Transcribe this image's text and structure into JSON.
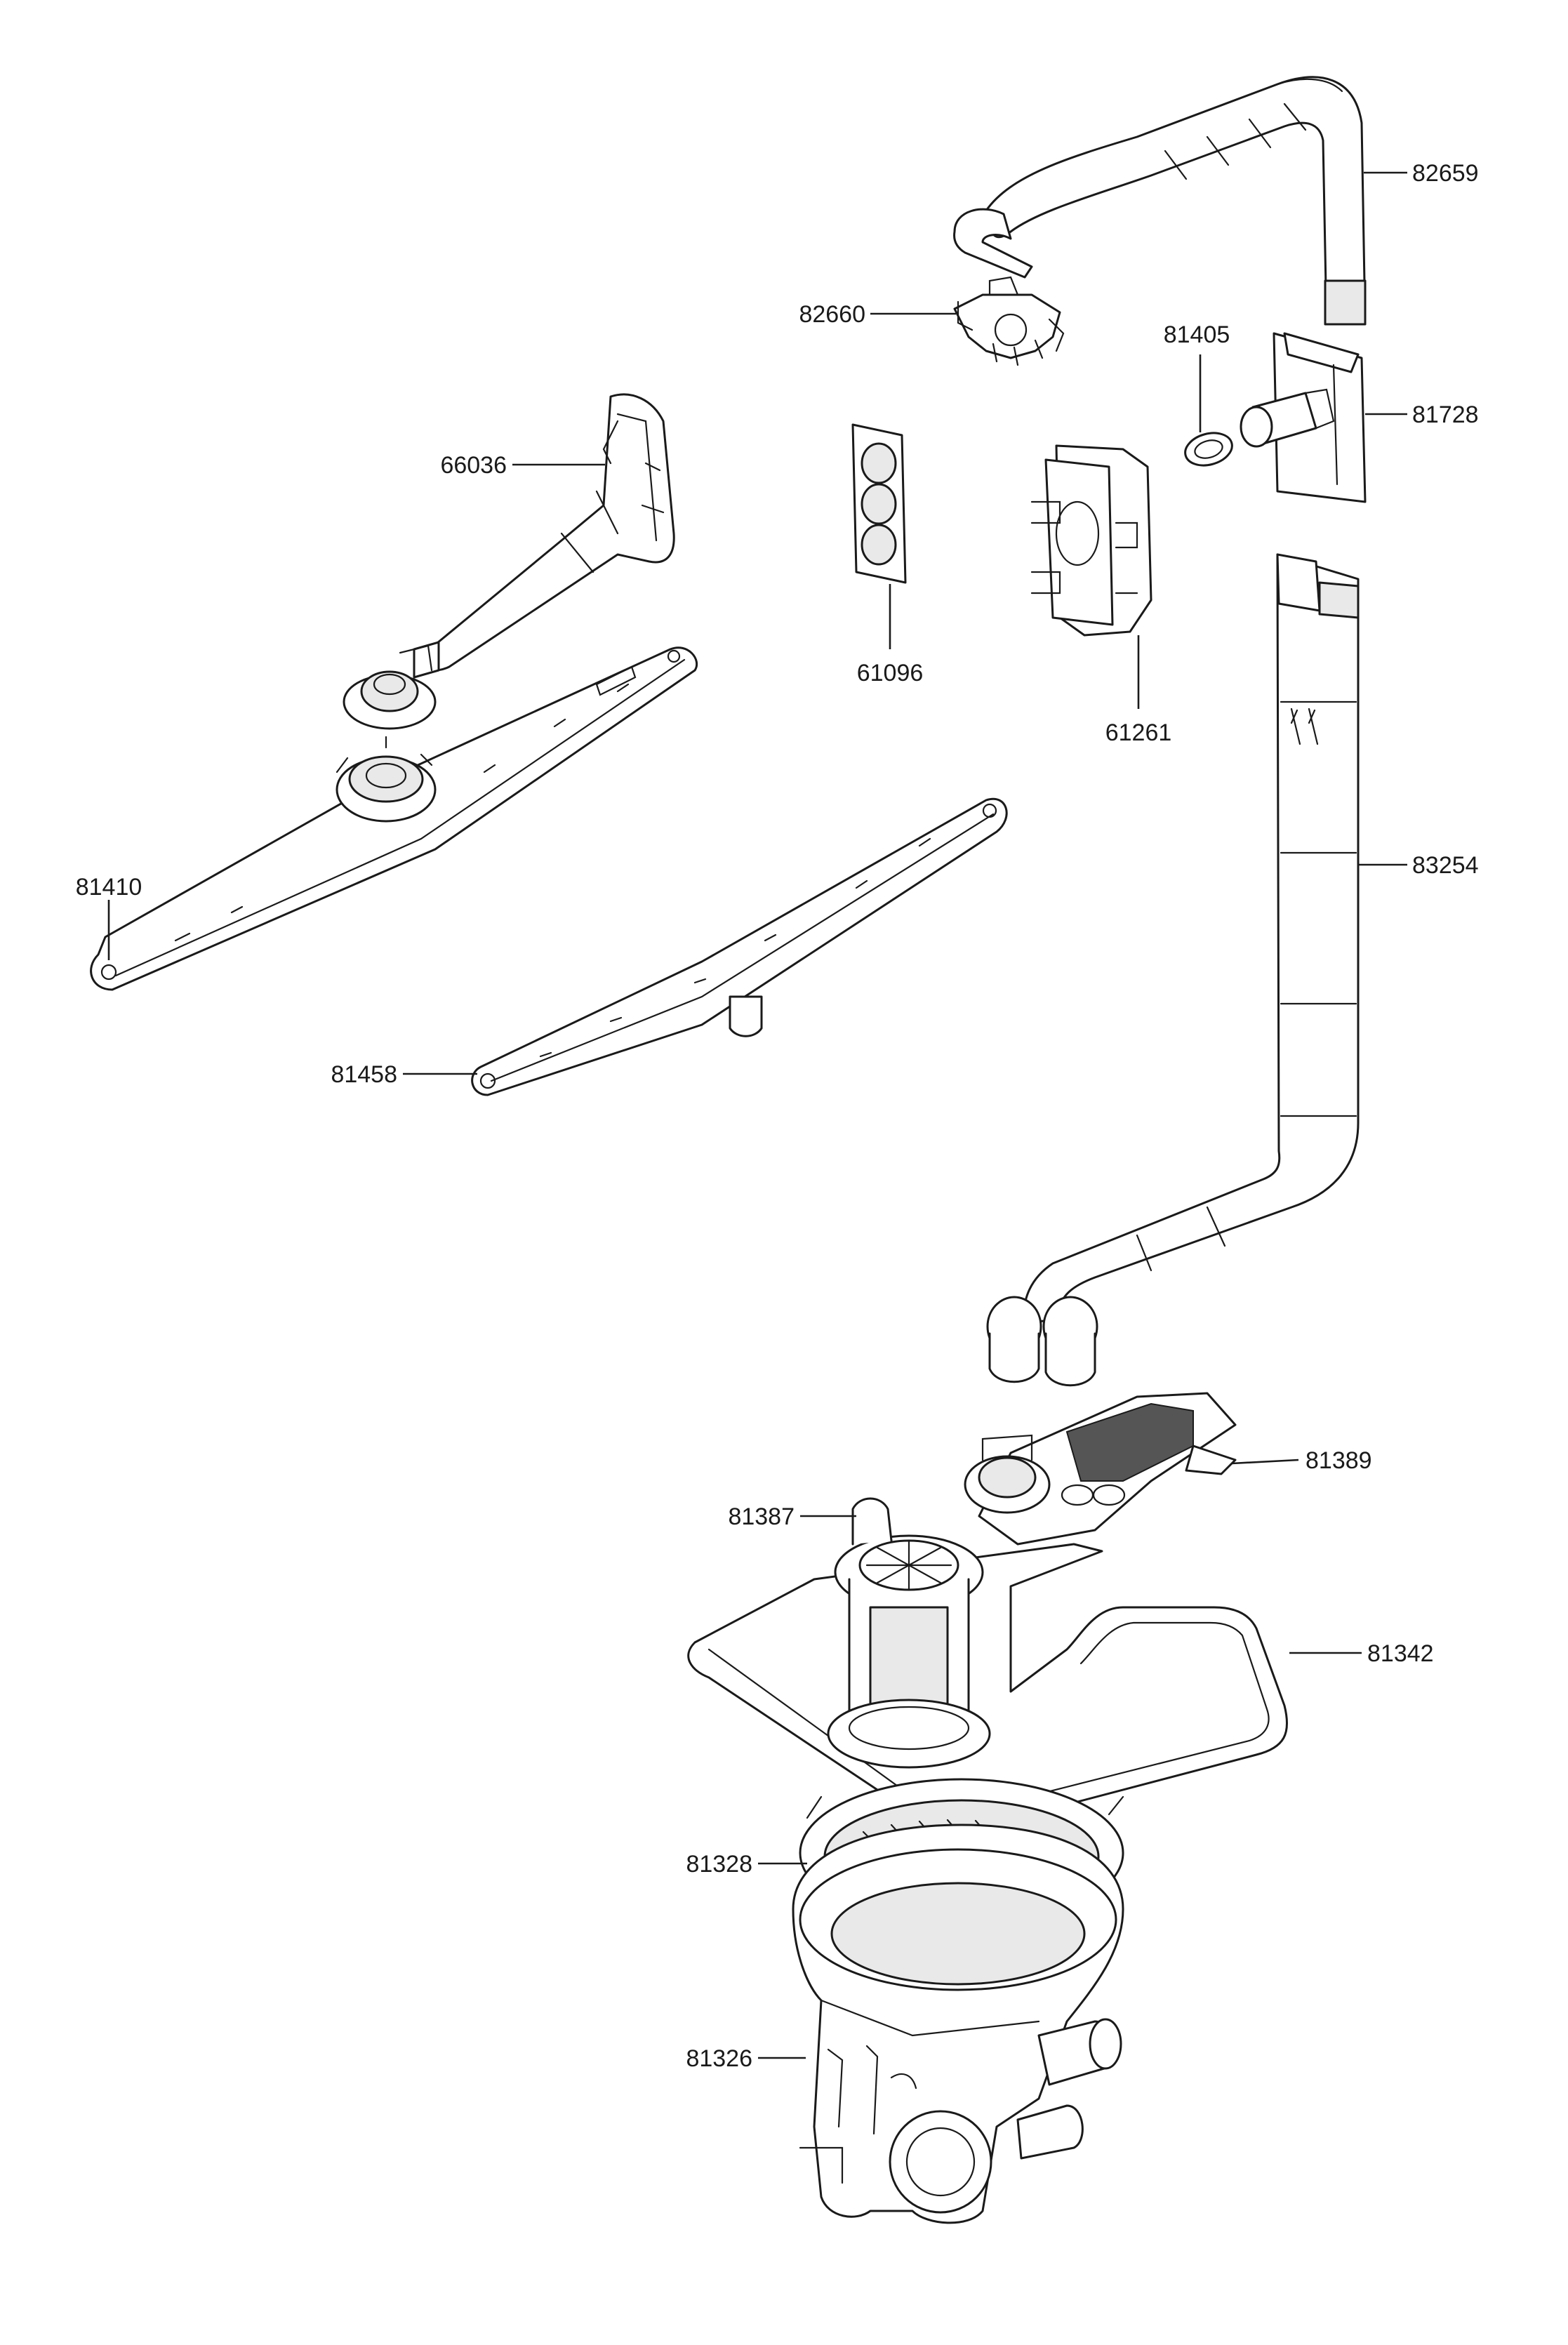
{
  "callouts": [
    {
      "id": "c82659",
      "label": "82659"
    },
    {
      "id": "c82660",
      "label": "82660"
    },
    {
      "id": "c81405",
      "label": "81405"
    },
    {
      "id": "c81728",
      "label": "81728"
    },
    {
      "id": "c66036",
      "label": "66036"
    },
    {
      "id": "c61096",
      "label": "61096"
    },
    {
      "id": "c61261",
      "label": "61261"
    },
    {
      "id": "c83254",
      "label": "83254"
    },
    {
      "id": "c81410",
      "label": "81410"
    },
    {
      "id": "c81458",
      "label": "81458"
    },
    {
      "id": "c81389",
      "label": "81389"
    },
    {
      "id": "c81387",
      "label": "81387"
    },
    {
      "id": "c81342",
      "label": "81342"
    },
    {
      "id": "c81328",
      "label": "81328"
    },
    {
      "id": "c81326",
      "label": "81326"
    }
  ]
}
